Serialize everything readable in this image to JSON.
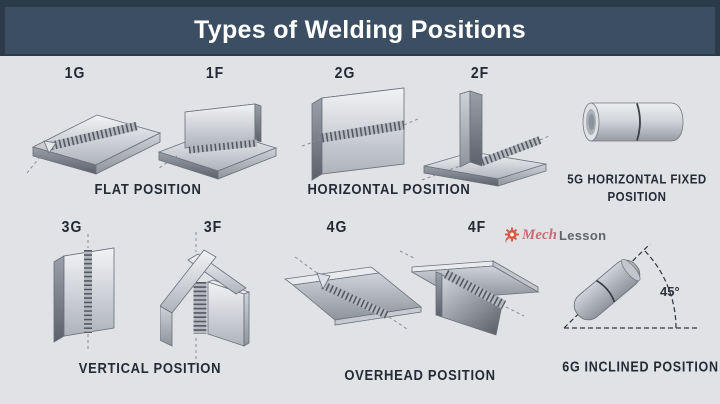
{
  "header": {
    "title": "Types of Welding Positions"
  },
  "watermark": {
    "icon": "gear-icon",
    "brand_prefix": "Mech",
    "brand_suffix": "Lesson"
  },
  "sections": [
    {
      "id": "flat",
      "codes": [
        "1G",
        "1F"
      ],
      "caption": "FLAT POSITION"
    },
    {
      "id": "horizontal",
      "codes": [
        "2G",
        "2F"
      ],
      "caption": "HORIZONTAL POSITION"
    },
    {
      "id": "horizontal-fixed",
      "codes": [],
      "caption": "5G HORIZONTAL FIXED POSITION"
    },
    {
      "id": "vertical",
      "codes": [
        "3G",
        "3F"
      ],
      "caption": "VERTICAL POSITION"
    },
    {
      "id": "overhead",
      "codes": [
        "4G",
        "4F"
      ],
      "caption": "OVERHEAD POSITION"
    },
    {
      "id": "inclined",
      "codes": [],
      "caption": "6G INCLINED POSITION",
      "angle_label": "45°"
    }
  ],
  "colors": {
    "header_bg": "#3c4e61",
    "header_border": "#2c3b4a",
    "background": "#e0e2e6",
    "label_text": "#242b35",
    "brand_red": "#c5646b",
    "brand_gray": "#565b61"
  }
}
